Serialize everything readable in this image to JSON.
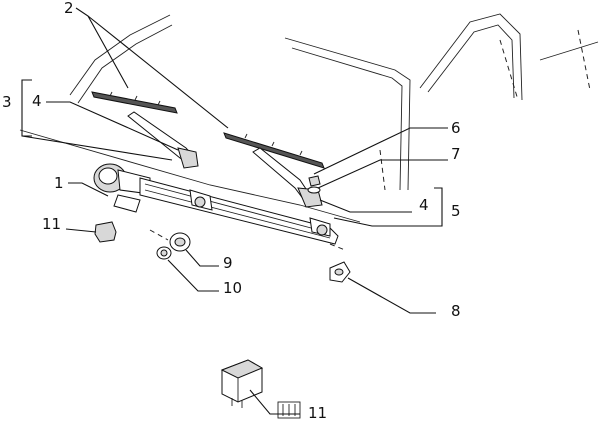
{
  "callouts": {
    "c1": "1",
    "c2": "2",
    "c3": "3",
    "c4a": "4",
    "c4b": "4",
    "c5": "5",
    "c6": "6",
    "c7": "7",
    "c8": "8",
    "c9": "9",
    "c10": "10",
    "c11a": "11",
    "c11b": "11"
  }
}
